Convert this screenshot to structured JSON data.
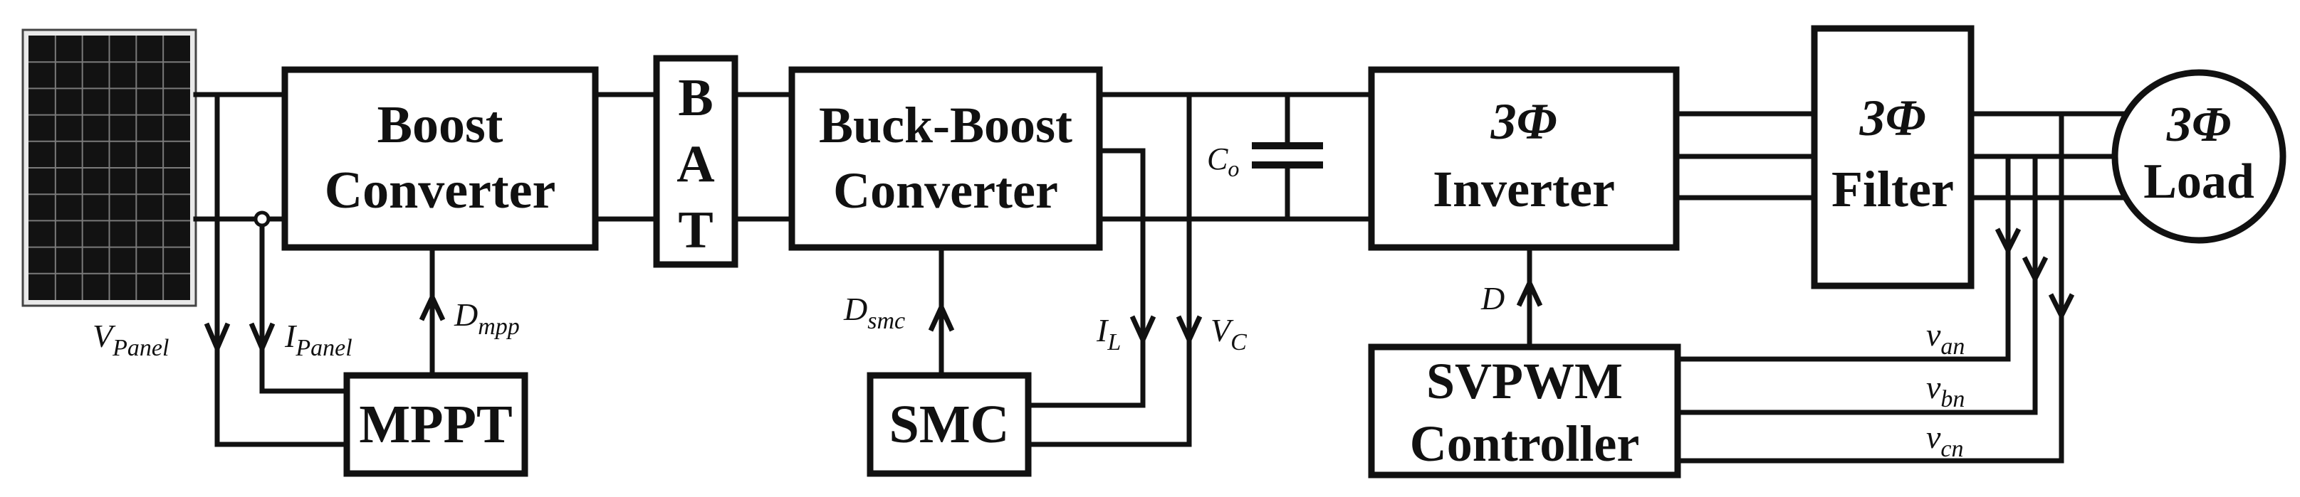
{
  "blocks": {
    "boost": {
      "line1": "Boost",
      "line2": "Converter"
    },
    "bat": {
      "l1": "B",
      "l2": "A",
      "l3": "T"
    },
    "buckboost": {
      "line1": "Buck-Boost",
      "line2": "Converter"
    },
    "inverter": {
      "line1": "3Φ",
      "line2": "Inverter"
    },
    "filter": {
      "line1": "3Φ",
      "line2": "Filter"
    },
    "load": {
      "line1": "3Φ",
      "line2": "Load"
    },
    "mppt": {
      "label": "MPPT"
    },
    "smc": {
      "label": "SMC"
    },
    "svpwm": {
      "line1": "SVPWM",
      "line2": "Controller"
    }
  },
  "signals": {
    "v_panel": {
      "main": "V",
      "sub": "Panel"
    },
    "i_panel": {
      "main": "I",
      "sub": "Panel"
    },
    "d_mpp": {
      "main": "D",
      "sub": "mpp"
    },
    "d_smc": {
      "main": "D",
      "sub": "smc"
    },
    "i_l": {
      "main": "I",
      "sub": "L"
    },
    "v_c": {
      "main": "V",
      "sub": "C"
    },
    "c_o": {
      "main": "C",
      "sub": "o"
    },
    "d": {
      "main": "D"
    },
    "v_an": {
      "main": "v",
      "sub": "an"
    },
    "v_bn": {
      "main": "v",
      "sub": "bn"
    },
    "v_cn": {
      "main": "v",
      "sub": "cn"
    }
  },
  "icons": {
    "solar_panel": "solar-panel-icon",
    "capacitor": "capacitor-icon"
  }
}
